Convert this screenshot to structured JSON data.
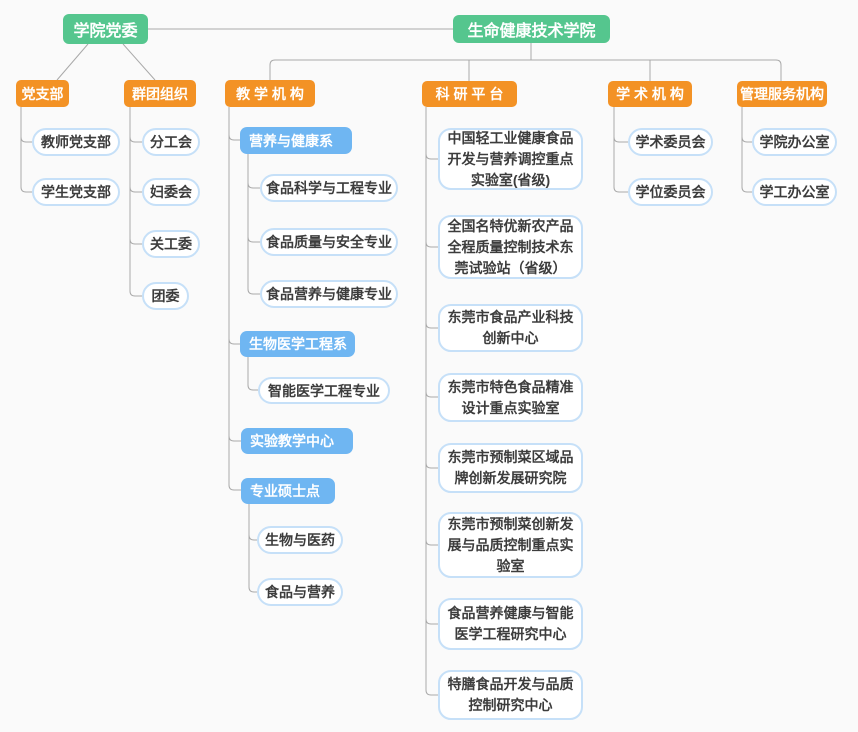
{
  "palette": {
    "root_green": "#55c68e",
    "branch_orange": "#f39225",
    "dept_blue": "#6fb6f2",
    "leaf_border_blue": "#c6e0f8",
    "line_gray": "#a9a9a9",
    "text_dark": "#3c3c3c",
    "background": "#fafafa"
  },
  "org": {
    "party_committee": "学院党委",
    "college": "生命健康技术学院",
    "party_branch": {
      "label": "党支部",
      "children": [
        "教师党支部",
        "学生党支部"
      ]
    },
    "mass_orgs": {
      "label": "群团组织",
      "children": [
        "分工会",
        "妇委会",
        "关工委",
        "团委"
      ]
    },
    "teaching": {
      "label": "教 学 机 构",
      "nutrition_dept": {
        "label": "营养与健康系",
        "children": [
          "食品科学与工程专业",
          "食品质量与安全专业",
          "食品营养与健康专业"
        ]
      },
      "biomed_dept": {
        "label": "生物医学工程系",
        "children": [
          "智能医学工程专业"
        ]
      },
      "exp_center": {
        "label": "实验教学中心"
      },
      "master_programs": {
        "label": "专业硕士点",
        "children": [
          "生物与医药",
          "食品与营养"
        ]
      }
    },
    "research": {
      "label": "科 研 平 台",
      "children": [
        "中国轻工业健康食品开发与营养调控重点实验室(省级)",
        "全国名特优新农产品全程质量控制技术东莞试验站（省级）",
        "东莞市食品产业科技创新中心",
        "东莞市特色食品精准设计重点实验室",
        "东莞市预制菜区域品牌创新发展研究院",
        "东莞市预制菜创新发展与品质控制重点实验室",
        "食品营养健康与智能医学工程研究中心",
        "特膳食品开发与品质控制研究中心"
      ]
    },
    "academic": {
      "label": "学 术 机 构",
      "children": [
        "学术委员会",
        "学位委员会"
      ]
    },
    "admin": {
      "label": "管理服务机构",
      "children": [
        "学院办公室",
        "学工办公室"
      ]
    }
  }
}
